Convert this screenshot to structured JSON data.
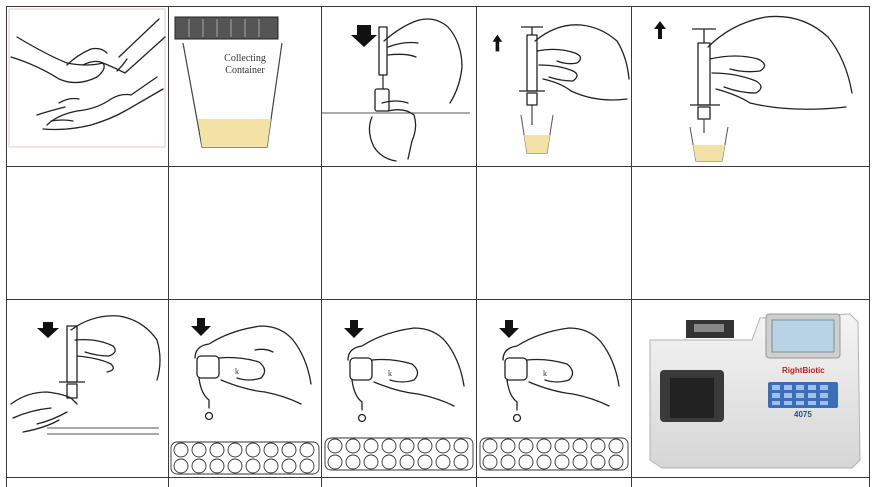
{
  "container": {
    "label_line1": "Collecting",
    "label_line2": "Container"
  },
  "analyzer": {
    "brand": "RightBiotic",
    "model": "4075"
  },
  "colors": {
    "urine": "#f2e2a6",
    "analyzer_body": "#e9e9e9",
    "analyzer_keys": "#3b6db8",
    "screen": "#b9d3e6"
  }
}
